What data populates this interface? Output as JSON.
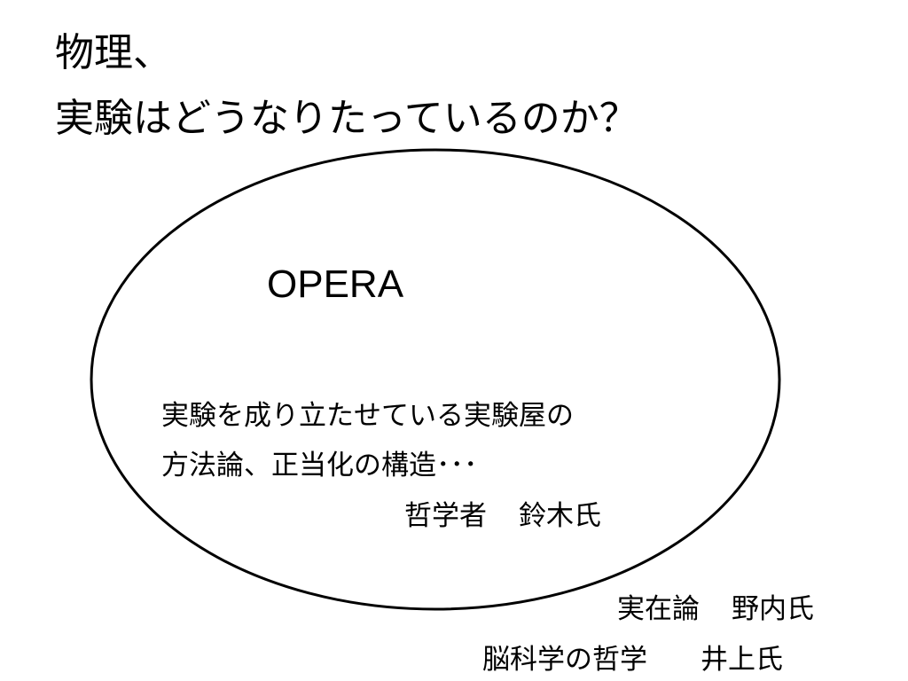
{
  "title": {
    "line1": "物理、",
    "line2": "実験はどうなりたっているのか？"
  },
  "circle": {
    "heading": "OPERA",
    "description_line1": "実験を成り立たせている実験屋の",
    "description_line2": "方法論、正当化の構造･･･",
    "attribution_role": "哲学者",
    "attribution_name": "鈴木氏"
  },
  "outside": {
    "realism_topic": "実在論",
    "realism_name": "野内氏",
    "neuro_topic": "脳科学の哲学",
    "neuro_name": "井上氏"
  }
}
